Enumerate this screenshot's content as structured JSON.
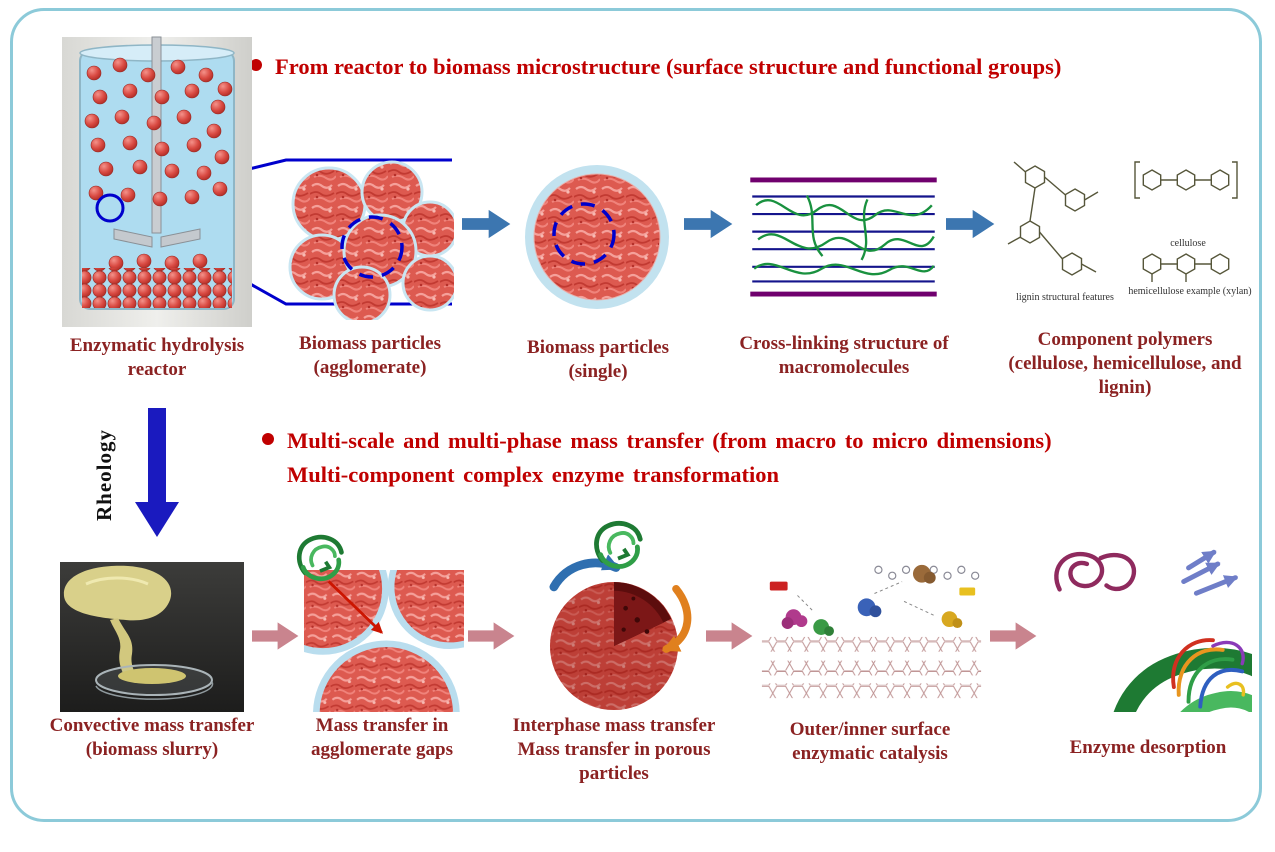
{
  "colors": {
    "frame_border": "#8ccad9",
    "header_red": "#c00000",
    "caption_maroon": "#8b2222",
    "arrow_blue": "#3c76b0",
    "arrow_rose": "#c9848e",
    "rheology_blue": "#1a1abf",
    "callout_blue": "#0000cc"
  },
  "header1": {
    "text": "From reactor to biomass microstructure (surface structure and functional groups)"
  },
  "header2": {
    "line1": "Multi-scale and multi-phase mass transfer (from macro to micro dimensions)",
    "line2": "Multi-component complex enzyme transformation"
  },
  "rheology_label": "Rheology",
  "top_row": {
    "captions": [
      "Enzymatic hydrolysis reactor",
      "Biomass particles (agglomerate)",
      "Biomass particles (single)",
      "Cross-linking structure of macromolecules",
      "Component polymers (cellulose, hemicellulose, and lignin)"
    ]
  },
  "bottom_row": {
    "captions": [
      "Convective mass transfer (biomass slurry)",
      "Mass transfer in agglomerate gaps",
      "Interphase mass transfer\nMass transfer in porous particles",
      "Outer/inner surface enzymatic catalysis",
      "Enzyme desorption"
    ]
  },
  "chem_labels": {
    "lignin": "lignin structural features",
    "cellulose": "cellulose",
    "hemicellulose": "hemicellulose example (xylan)"
  }
}
